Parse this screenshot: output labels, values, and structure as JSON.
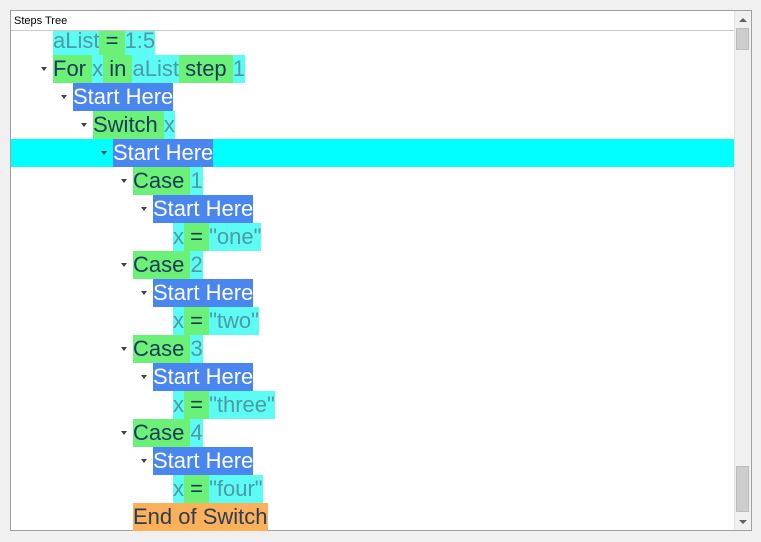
{
  "panel": {
    "title": "Steps Tree"
  },
  "tree": {
    "rows": [
      {
        "depth": 0,
        "expanded": false,
        "has_toggle": false,
        "selected": false,
        "tokens": [
          {
            "t": "aList",
            "bg": "cyan",
            "fg": "teal"
          },
          {
            "t": " = ",
            "bg": "green",
            "fg": "dark"
          },
          {
            "t": "1:5",
            "bg": "cyan",
            "fg": "teal"
          }
        ]
      },
      {
        "depth": 0,
        "expanded": true,
        "has_toggle": true,
        "selected": false,
        "tokens": [
          {
            "t": "For ",
            "bg": "green",
            "fg": "dark"
          },
          {
            "t": "x",
            "bg": "cyan",
            "fg": "teal"
          },
          {
            "t": " in ",
            "bg": "green",
            "fg": "dark"
          },
          {
            "t": "aList",
            "bg": "cyan",
            "fg": "teal"
          },
          {
            "t": " step ",
            "bg": "green",
            "fg": "dark"
          },
          {
            "t": "1",
            "bg": "cyan",
            "fg": "teal"
          }
        ]
      },
      {
        "depth": 1,
        "expanded": true,
        "has_toggle": true,
        "selected": false,
        "tokens": [
          {
            "t": "Start Here",
            "bg": "blue",
            "fg": "white"
          }
        ]
      },
      {
        "depth": 2,
        "expanded": true,
        "has_toggle": true,
        "selected": false,
        "tokens": [
          {
            "t": "Switch ",
            "bg": "green",
            "fg": "dark"
          },
          {
            "t": "x",
            "bg": "cyan",
            "fg": "teal"
          }
        ]
      },
      {
        "depth": 3,
        "expanded": true,
        "has_toggle": true,
        "selected": true,
        "tokens": [
          {
            "t": "Start Here",
            "bg": "blue",
            "fg": "white"
          }
        ]
      },
      {
        "depth": 4,
        "expanded": true,
        "has_toggle": true,
        "selected": false,
        "tokens": [
          {
            "t": "Case ",
            "bg": "green",
            "fg": "dark"
          },
          {
            "t": "1",
            "bg": "cyan",
            "fg": "teal"
          }
        ]
      },
      {
        "depth": 5,
        "expanded": true,
        "has_toggle": true,
        "selected": false,
        "tokens": [
          {
            "t": "Start Here",
            "bg": "blue",
            "fg": "white"
          }
        ]
      },
      {
        "depth": 6,
        "expanded": false,
        "has_toggle": false,
        "selected": false,
        "tokens": [
          {
            "t": "x",
            "bg": "cyan",
            "fg": "teal"
          },
          {
            "t": " = ",
            "bg": "green",
            "fg": "dark"
          },
          {
            "t": "\"one\"",
            "bg": "cyan",
            "fg": "teal"
          }
        ]
      },
      {
        "depth": 4,
        "expanded": true,
        "has_toggle": true,
        "selected": false,
        "tokens": [
          {
            "t": "Case ",
            "bg": "green",
            "fg": "dark"
          },
          {
            "t": "2",
            "bg": "cyan",
            "fg": "teal"
          }
        ]
      },
      {
        "depth": 5,
        "expanded": true,
        "has_toggle": true,
        "selected": false,
        "tokens": [
          {
            "t": "Start Here",
            "bg": "blue",
            "fg": "white"
          }
        ]
      },
      {
        "depth": 6,
        "expanded": false,
        "has_toggle": false,
        "selected": false,
        "tokens": [
          {
            "t": "x",
            "bg": "cyan",
            "fg": "teal"
          },
          {
            "t": " = ",
            "bg": "green",
            "fg": "dark"
          },
          {
            "t": "\"two\"",
            "bg": "cyan",
            "fg": "teal"
          }
        ]
      },
      {
        "depth": 4,
        "expanded": true,
        "has_toggle": true,
        "selected": false,
        "tokens": [
          {
            "t": "Case ",
            "bg": "green",
            "fg": "dark"
          },
          {
            "t": "3",
            "bg": "cyan",
            "fg": "teal"
          }
        ]
      },
      {
        "depth": 5,
        "expanded": true,
        "has_toggle": true,
        "selected": false,
        "tokens": [
          {
            "t": "Start Here",
            "bg": "blue",
            "fg": "white"
          }
        ]
      },
      {
        "depth": 6,
        "expanded": false,
        "has_toggle": false,
        "selected": false,
        "tokens": [
          {
            "t": "x",
            "bg": "cyan",
            "fg": "teal"
          },
          {
            "t": " = ",
            "bg": "green",
            "fg": "dark"
          },
          {
            "t": "\"three\"",
            "bg": "cyan",
            "fg": "teal"
          }
        ]
      },
      {
        "depth": 4,
        "expanded": true,
        "has_toggle": true,
        "selected": false,
        "tokens": [
          {
            "t": "Case ",
            "bg": "green",
            "fg": "dark"
          },
          {
            "t": "4",
            "bg": "cyan",
            "fg": "teal"
          }
        ]
      },
      {
        "depth": 5,
        "expanded": true,
        "has_toggle": true,
        "selected": false,
        "tokens": [
          {
            "t": "Start Here",
            "bg": "blue",
            "fg": "white"
          }
        ]
      },
      {
        "depth": 6,
        "expanded": false,
        "has_toggle": false,
        "selected": false,
        "tokens": [
          {
            "t": "x",
            "bg": "cyan",
            "fg": "teal"
          },
          {
            "t": " = ",
            "bg": "green",
            "fg": "dark"
          },
          {
            "t": "\"four\"",
            "bg": "cyan",
            "fg": "teal"
          }
        ]
      },
      {
        "depth": 4,
        "expanded": false,
        "has_toggle": false,
        "selected": false,
        "tokens": [
          {
            "t": "End of Switch",
            "bg": "orange",
            "fg": "brown"
          }
        ]
      }
    ]
  },
  "colors": {
    "cyan": "#5cfcf4",
    "green": "#6cf178",
    "blue": "#4a86f0",
    "orange": "#fcb05a",
    "selection": "#00ffff"
  },
  "icons": {
    "toggle": "expand-triangle-down-icon",
    "scroll_up": "scroll-up-arrow-icon",
    "scroll_down": "scroll-down-arrow-icon"
  }
}
